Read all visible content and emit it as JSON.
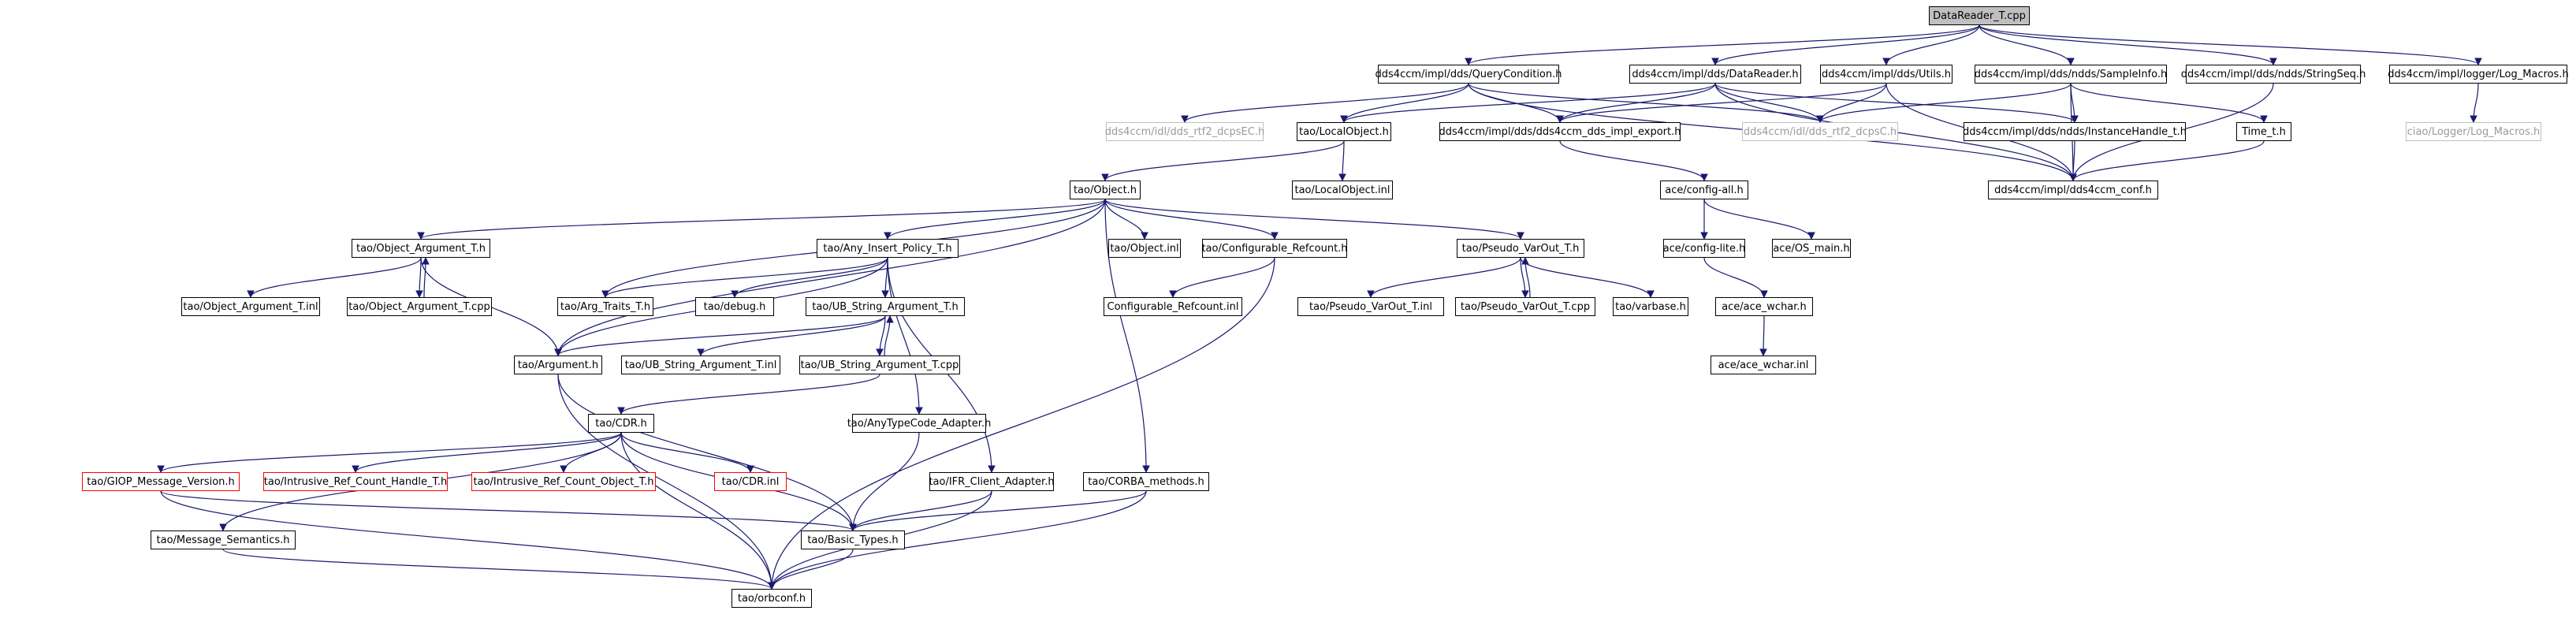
{
  "colors": {
    "edge": "#191970",
    "root_fill": "#bfbfbf",
    "missing_border": "#bfbfbf",
    "truncated_border": "#ff0000"
  },
  "nodes": {
    "root": "DataReader_T.cpp",
    "querycond": "dds4ccm/impl/dds/QueryCondition.h",
    "datareader": "dds4ccm/impl/dds/DataReader.h",
    "utils": "dds4ccm/impl/dds/Utils.h",
    "sampleinfo": "dds4ccm/impl/dds/ndds/SampleInfo.h",
    "stringseq": "dds4ccm/impl/dds/ndds/StringSeq.h",
    "logmacros": "dds4ccm/impl/logger/Log_Macros.h",
    "rtf2ec": "dds4ccm/idl/dds_rtf2_dcpsEC.h",
    "localobj": "tao/LocalObject.h",
    "export": "dds4ccm/impl/dds/dds4ccm_dds_impl_export.h",
    "rtf2c": "dds4ccm/idl/dds_rtf2_dcpsC.h",
    "instancehandle": "dds4ccm/impl/dds/ndds/InstanceHandle_t.h",
    "timet": "Time_t.h",
    "ciaolog": "ciao/Logger/Log_Macros.h",
    "object": "tao/Object.h",
    "localobjinl": "tao/LocalObject.inl",
    "configall": "ace/config-all.h",
    "conf": "dds4ccm/impl/dds4ccm_conf.h",
    "objargT": "tao/Object_Argument_T.h",
    "anyinsert": "tao/Any_Insert_Policy_T.h",
    "objectinl": "tao/Object.inl",
    "confrefcount": "tao/Configurable_Refcount.h",
    "pseudovarout": "tao/Pseudo_VarOut_T.h",
    "configlite": "ace/config-lite.h",
    "osmain": "ace/OS_main.h",
    "objargTinl": "tao/Object_Argument_T.inl",
    "objargTcpp": "tao/Object_Argument_T.cpp",
    "argtraits": "tao/Arg_Traits_T.h",
    "debug": "tao/debug.h",
    "ubstringargT": "tao/UB_String_Argument_T.h",
    "confrefcountinl": "Configurable_Refcount.inl",
    "pseudovaroutinl": "tao/Pseudo_VarOut_T.inl",
    "pseudovaroutcpp": "tao/Pseudo_VarOut_T.cpp",
    "varbase": "tao/varbase.h",
    "acewchar": "ace/ace_wchar.h",
    "argument": "tao/Argument.h",
    "ubstringargTinl": "tao/UB_String_Argument_T.inl",
    "ubstringargTcpp": "tao/UB_String_Argument_T.cpp",
    "acewcharinl": "ace/ace_wchar.inl",
    "cdr": "tao/CDR.h",
    "anytypecode": "tao/AnyTypeCode_Adapter.h",
    "giop": "tao/GIOP_Message_Version.h",
    "intrusiveHandle": "tao/Intrusive_Ref_Count_Handle_T.h",
    "intrusiveObject": "tao/Intrusive_Ref_Count_Object_T.h",
    "cdrinl": "tao/CDR.inl",
    "ifrclient": "tao/IFR_Client_Adapter.h",
    "corbamethods": "tao/CORBA_methods.h",
    "msgsemantics": "tao/Message_Semantics.h",
    "basictypes": "tao/Basic_Types.h",
    "orbconf": "tao/orbconf.h"
  }
}
